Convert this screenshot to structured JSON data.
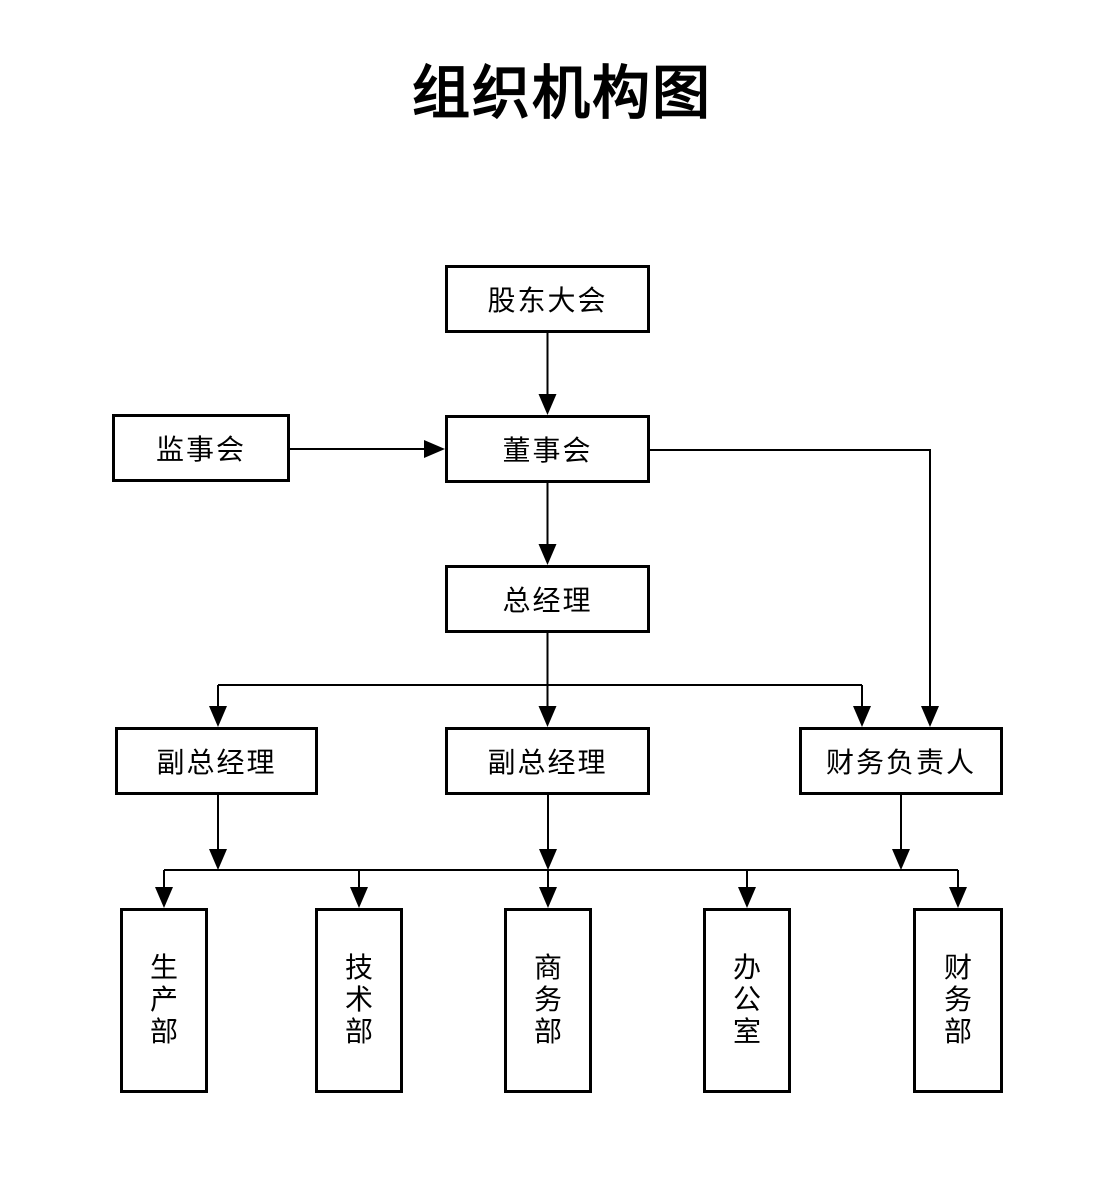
{
  "page": {
    "title": "组织机构图",
    "background": "#ffffff"
  },
  "colors": {
    "line": "#000000",
    "box_border": "#000000",
    "box_fill": "#ffffff",
    "text": "#000000"
  },
  "nodes": {
    "shareholders": {
      "label": "股东大会"
    },
    "supervisory": {
      "label": "监事会"
    },
    "board": {
      "label": "董事会"
    },
    "gm": {
      "label": "总经理"
    },
    "dgm_left": {
      "label": "副总经理"
    },
    "dgm_center": {
      "label": "副总经理"
    },
    "cfo": {
      "label": "财务负责人"
    },
    "production": {
      "label": "生产部"
    },
    "technology": {
      "label": "技术部"
    },
    "commerce": {
      "label": "商务部"
    },
    "office": {
      "label": "办公室"
    },
    "finance": {
      "label": "财务部"
    }
  },
  "edges": [
    {
      "from": "shareholders",
      "to": "board",
      "style": "arrow"
    },
    {
      "from": "supervisory",
      "to": "board",
      "style": "arrow"
    },
    {
      "from": "board",
      "to": "gm",
      "style": "arrow"
    },
    {
      "from": "board",
      "to": "cfo",
      "style": "arrow"
    },
    {
      "from": "gm",
      "to": "dgm_left",
      "style": "arrow"
    },
    {
      "from": "gm",
      "to": "dgm_center",
      "style": "arrow"
    },
    {
      "from": "gm",
      "to": "cfo",
      "style": "arrow"
    },
    {
      "from": "dgm_left",
      "to": "department_rail",
      "style": "arrow"
    },
    {
      "from": "dgm_center",
      "to": "department_rail",
      "style": "arrow"
    },
    {
      "from": "cfo",
      "to": "department_rail",
      "style": "arrow"
    },
    {
      "from": "department_rail",
      "to": "production",
      "style": "arrow"
    },
    {
      "from": "department_rail",
      "to": "technology",
      "style": "arrow"
    },
    {
      "from": "department_rail",
      "to": "commerce",
      "style": "arrow"
    },
    {
      "from": "department_rail",
      "to": "office",
      "style": "arrow"
    },
    {
      "from": "department_rail",
      "to": "finance",
      "style": "arrow"
    }
  ]
}
